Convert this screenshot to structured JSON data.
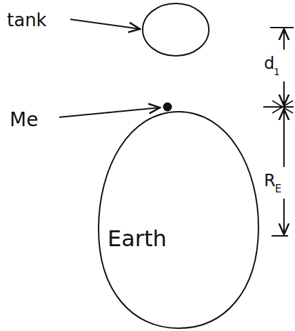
{
  "diagram": {
    "nodes": [
      {
        "text": [
          "Earth"
        ]
      }
    ],
    "labels": [
      "tank",
      "Me",
      "d",
      "1",
      "R",
      "E"
    ]
  }
}
